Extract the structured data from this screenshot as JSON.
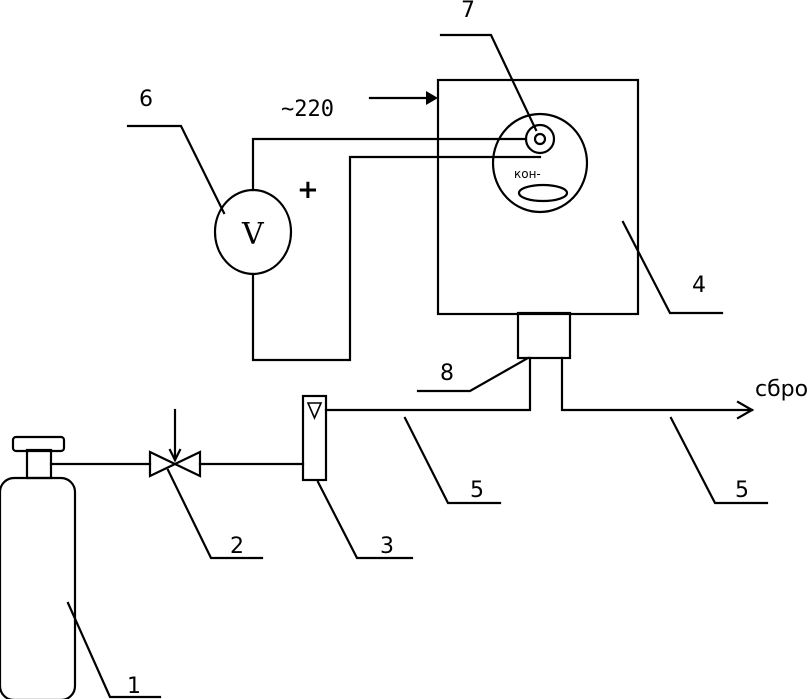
{
  "labels": {
    "n1": "1",
    "n2": "2",
    "n3": "3",
    "n4": "4",
    "n5a": "5",
    "n5b": "5",
    "n6": "6",
    "n7": "7",
    "n8": "8"
  },
  "texts": {
    "voltmeter_symbol": "V",
    "plus_sign": "+",
    "supply": "~220",
    "sensor_caption": "кон-",
    "drain": "сбро"
  }
}
